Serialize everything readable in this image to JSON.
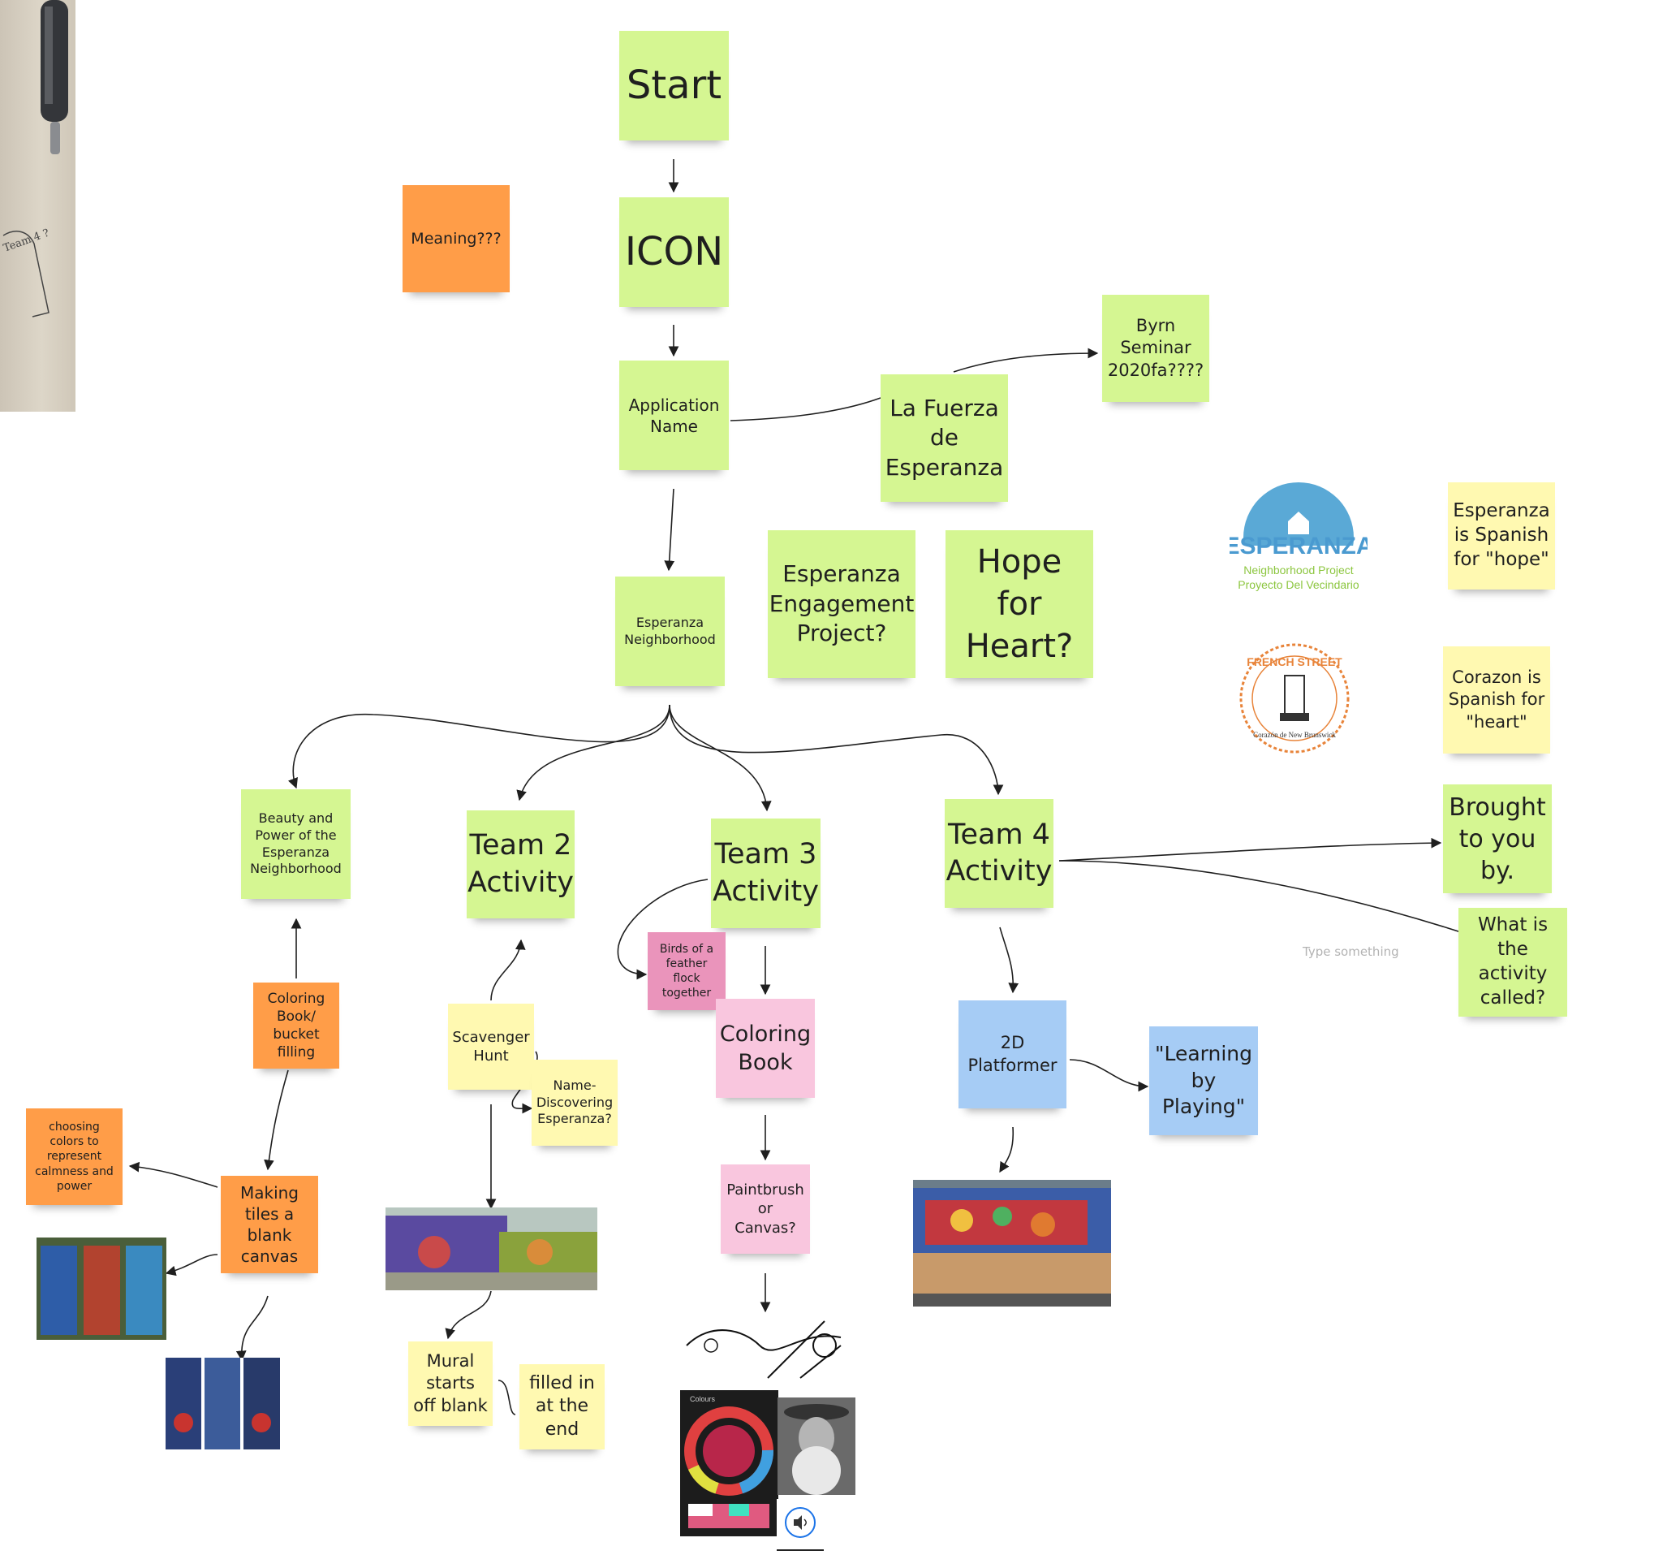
{
  "notes": {
    "start": "Start",
    "icon": "ICON",
    "meaning": "Meaning???",
    "app_name": "Application Name",
    "la_fuerza": "La Fuerza de Esperanza",
    "byrn": "Byrn Seminar 2020fa????",
    "esperanza_neighborhood": "Esperanza Neighborhood",
    "engagement": "Esperanza Engagement Project?",
    "hope_heart": "Hope for Heart?",
    "esperanza_spanish": "Esperanza is Spanish for \"hope\"",
    "corazon_spanish": "Corazon is Spanish for \"heart\"",
    "beauty_power": "Beauty and Power of the Esperanza Neighborhood",
    "team2": "Team 2 Activity",
    "team3": "Team 3 Activity",
    "team4": "Team 4 Activity",
    "brought": "Brought to you by.",
    "activity_called": "What is the activity called?",
    "birds": "Birds of a feather flock together",
    "coloring_book_bucket": "Coloring Book/ bucket filling",
    "scavenger": "Scavenger Hunt",
    "name_discovering": "Name-Discovering Esperanza?",
    "coloring_book": "Coloring Book",
    "platformer": "2D Platformer",
    "learning": "\"Learning by Playing\"",
    "choosing_colors": "choosing colors to represent calmness and power",
    "making_tiles": "Making tiles a blank canvas",
    "paintbrush": "Paintbrush or Canvas?",
    "mural_blank": "Mural starts off blank",
    "filled_in": "filled in at the end"
  },
  "hint_text": "Type something",
  "logos": {
    "esperanza_logo": {
      "word": "ESPERANZA",
      "line1": "Neighborhood Project",
      "line2": "Proyecto Del Vecindario"
    },
    "french_street_logo": {
      "top": "FRENCH STREET",
      "bottom": "Corazón de New Brunswick"
    }
  },
  "photo_sketch": {
    "scribble": "Team 4 ?"
  },
  "colour_picker": {
    "title": "Colours"
  },
  "colors": {
    "green": "#d5f692",
    "orange": "#ff9d48",
    "yellow": "#fff9b1",
    "pink": "#f9c6de",
    "magenta": "#ea94bb",
    "blue": "#a6ccf5",
    "line": "#1f1f1f"
  }
}
